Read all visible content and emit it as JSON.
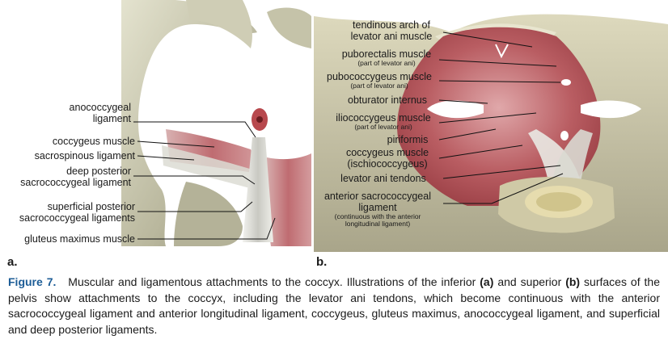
{
  "panel_a": {
    "letter": "a.",
    "labels": [
      {
        "lines": [
          "anococcygeal",
          "ligament"
        ]
      },
      {
        "lines": [
          "coccygeus muscle"
        ]
      },
      {
        "lines": [
          "sacrospinous ligament"
        ]
      },
      {
        "lines": [
          "deep posterior",
          "sacrococcygeal ligament"
        ]
      },
      {
        "lines": [
          "superficial posterior",
          "sacrococcygeal ligaments"
        ]
      },
      {
        "lines": [
          "gluteus maximus muscle"
        ]
      }
    ]
  },
  "panel_b": {
    "letter": "b.",
    "labels": [
      {
        "main": [
          "tendinous arch of",
          "levator ani muscle"
        ]
      },
      {
        "main": [
          "puborectalis muscle"
        ],
        "sub": "(part of levator ani)"
      },
      {
        "main": [
          "pubococcygeus muscle"
        ],
        "sub": "(part of levator ani)"
      },
      {
        "main": [
          "obturator internus"
        ]
      },
      {
        "main": [
          "iliococcygeus muscle"
        ],
        "sub": "(part of levator ani)"
      },
      {
        "main": [
          "piriformis"
        ]
      },
      {
        "main": [
          "coccygeus muscle",
          "(ischiococcygeus)"
        ]
      },
      {
        "main": [
          "levator ani tendons"
        ]
      },
      {
        "main": [
          "anterior sacrococcygeal",
          "ligament"
        ],
        "sub": "(continuous with the anterior\nlongitudinal ligament)"
      }
    ]
  },
  "caption": {
    "figure_label": "Figure 7.",
    "text_1": "Muscular and ligamentous attachments to the coccyx. Illustrations of the inferior ",
    "marker_a": "(a)",
    "text_2": " and superior ",
    "marker_b": "(b)",
    "text_3": " surfaces of the pelvis show attachments to the coccyx, including the levator ani tendons, which become continuous with the anterior sacrococcygeal ligament and anterior longitudinal ligament, coccygeus, gluteus maximus, anococcygeal ligament, and superficial and deep posterior ligaments."
  }
}
